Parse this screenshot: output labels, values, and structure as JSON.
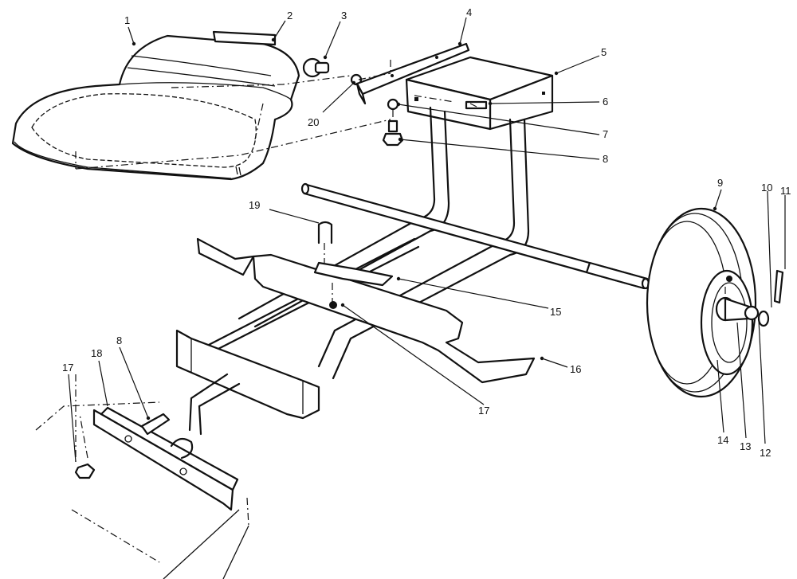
{
  "callouts": {
    "c1": "1",
    "c2": "2",
    "c3": "3",
    "c4": "4",
    "c5": "5",
    "c6": "6",
    "c7": "7",
    "c8a": "8",
    "c8b": "8",
    "c9": "9",
    "c10": "10",
    "c11": "11",
    "c12": "12",
    "c13": "13",
    "c14": "14",
    "c15": "15",
    "c16": "16",
    "c17a": "17",
    "c17b": "17",
    "c18": "18",
    "c19": "19",
    "c20": "20"
  }
}
